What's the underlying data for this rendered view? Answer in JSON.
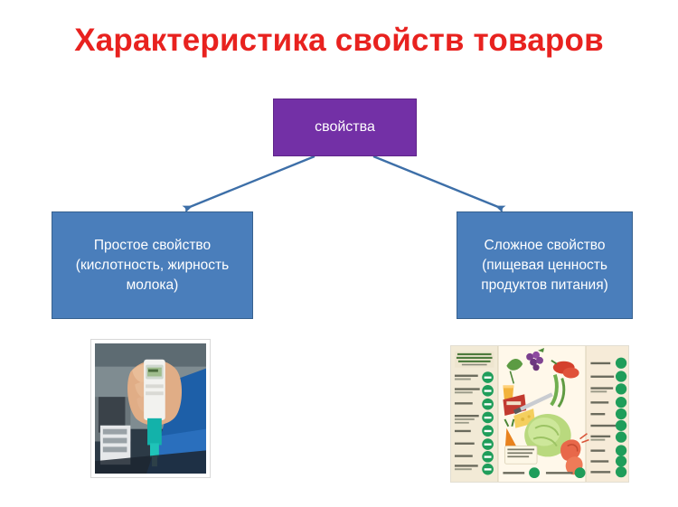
{
  "slide": {
    "title": "Характеристика свойств товаров",
    "title_color": "#e8221f",
    "background": "#ffffff"
  },
  "diagram": {
    "type": "tree",
    "root": {
      "id": "svoystva",
      "label": "свойства",
      "fill": "#7330A6",
      "text_color": "#ffffff"
    },
    "children": [
      {
        "id": "prostoe",
        "label": "Простое свойство\n(кислотность, жирность\nмолока)",
        "fill": "#4A7EBB",
        "text_color": "#ffffff"
      },
      {
        "id": "slozhnoe",
        "label": "Сложное свойство\n(пищевая ценность\nпродуктов питания)",
        "fill": "#4A7EBB",
        "text_color": "#ffffff"
      }
    ],
    "connector_color": "#3D6FA8"
  },
  "images": {
    "left": {
      "name": "ph-meter-photo",
      "description": "Рука держит карманный pH-метр над пробой"
    },
    "right": {
      "name": "calcium-products-infographic",
      "description": "Инфографика: продукты — рекордсмены по содержанию кальция"
    }
  }
}
